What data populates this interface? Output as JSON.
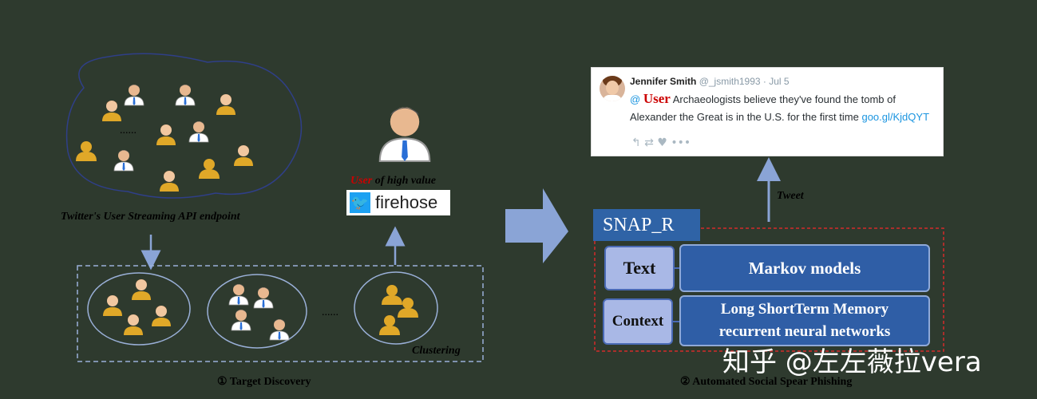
{
  "left_panel": {
    "stream_label": "Twitter's User Streaming API endpoint",
    "dots_top": "......",
    "dots_cluster": "......",
    "clustering_label": "Clustering",
    "user_word": "User",
    "high_value_rest": " of high value",
    "firehose_text": "firehose",
    "firehose_glyph": "🐦",
    "caption": "① Target Discovery"
  },
  "tweet": {
    "name": "Jennifer Smith",
    "handle": " @_jsmith1993 · Jul 5",
    "at": "@ ",
    "user_placeholder": "User",
    "text": "  Archaeologists believe they've found the tomb of Alexander the Great is in the U.S. for the first time ",
    "link": "goo.gl/KjdQYT",
    "actions": "↰      ⇄      ♥      •••"
  },
  "right_panel": {
    "tweet_label": "Tweet",
    "snap_header": "SNAP_R",
    "text_box": "Text",
    "context_box": "Context",
    "markov": "Markov models",
    "lstm_line1": "Long ShortTerm Memory",
    "lstm_line2": "recurrent neural networks",
    "caption": "② Automated Social Spear Phishing"
  },
  "watermark": "知乎 @左左薇拉vera",
  "colors": {
    "background": "#2e3a2e",
    "user_gold": "#e0a828",
    "user_red": "#cc0000",
    "snap_blue": "#2f63a6",
    "arrow_blue": "#8aa4d6",
    "dashed_red": "#d42a2a"
  }
}
